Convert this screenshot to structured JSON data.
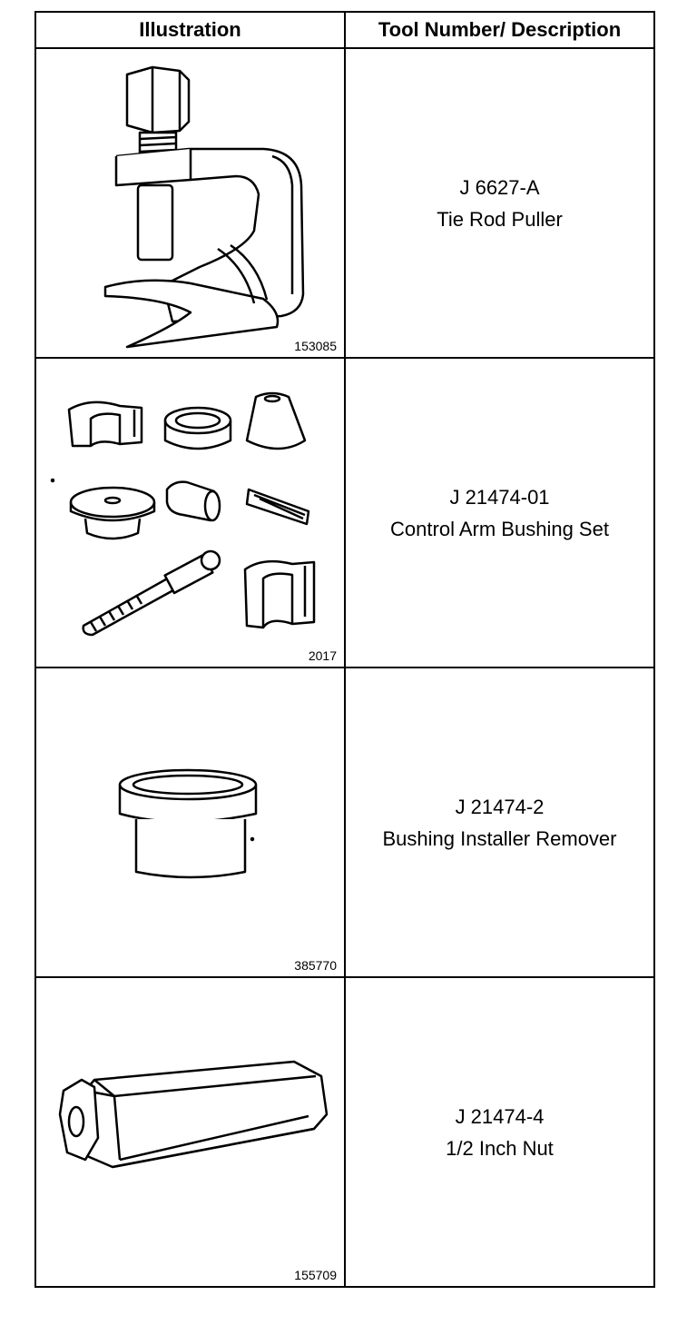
{
  "header": {
    "illustration": "Illustration",
    "tool_description": "Tool Number/ Description"
  },
  "rows": [
    {
      "figure_number": "153085",
      "tool_number": "J 6627-A",
      "description": "Tie Rod Puller",
      "icon": "tie-rod-puller-icon"
    },
    {
      "figure_number": "2017",
      "tool_number": "J 21474-01",
      "description": "Control Arm Bushing Set",
      "icon": "bushing-set-icon"
    },
    {
      "figure_number": "385770",
      "tool_number": "J 21474-2",
      "description": "Bushing Installer Remover",
      "icon": "bushing-installer-icon"
    },
    {
      "figure_number": "155709",
      "tool_number": "J 21474-4",
      "description": "1/2 Inch Nut",
      "icon": "half-inch-nut-icon"
    }
  ]
}
